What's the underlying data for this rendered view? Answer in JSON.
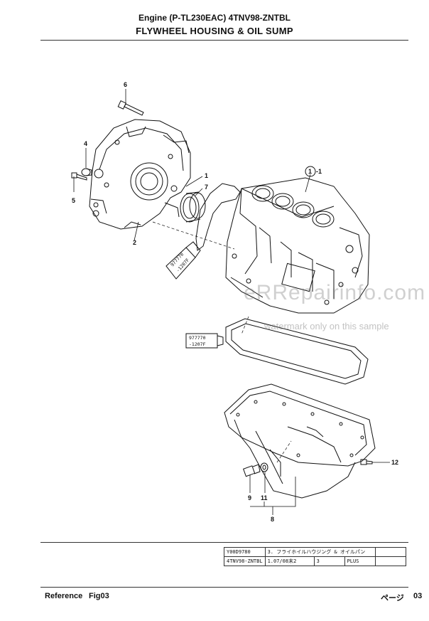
{
  "header": {
    "line1": "Engine (P-TL230EAC) 4TNV98-ZNTBL",
    "line2": "FLYWHEEL HOUSING & OIL SUMP"
  },
  "diagram": {
    "callouts": {
      "c1": "1",
      "c2": "2",
      "c4": "4",
      "c5": "5",
      "c6": "6",
      "c7": "7",
      "c8": "8",
      "c9": "9",
      "c11": "11",
      "c12": "12",
      "block_circle": "1",
      "block_suffix": "-1"
    },
    "sealant_tube_1": {
      "line1": "977770",
      "line2": "-1207F"
    },
    "sealant_tube_2": {
      "line1": "977770",
      "line2": "-1207F"
    }
  },
  "watermark": {
    "brand": "eRRepairinfo.com",
    "note": "watermark only on this sample"
  },
  "info_table": {
    "row1": {
      "code": "Y00D9780",
      "title": "3. フライホイルハウジング & オイルパン",
      "extra1": "",
      "extra2": ""
    },
    "row2": {
      "model": "4TNV98-ZNTBL",
      "date": "1.07/08末2",
      "qty": "3",
      "tag": "PLUS"
    }
  },
  "footer": {
    "reference": "Reference",
    "fig": "Fig03",
    "page_label": "ページ",
    "page_num": "03"
  }
}
